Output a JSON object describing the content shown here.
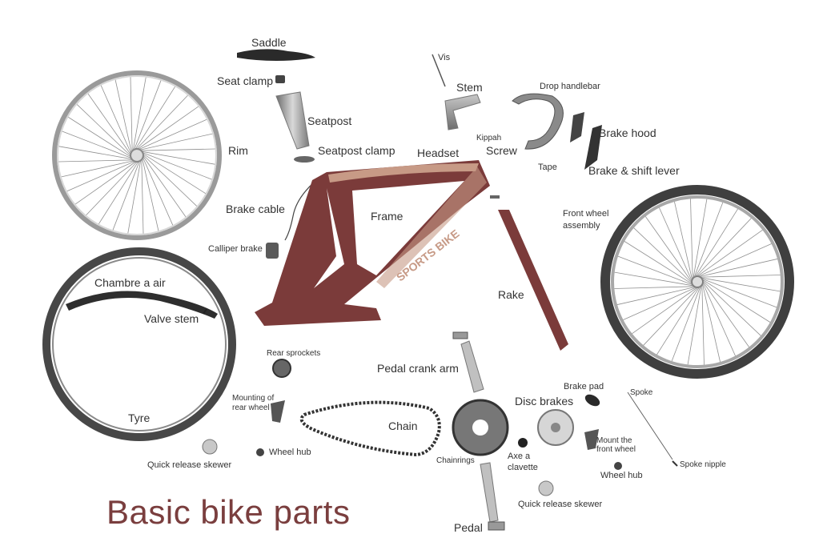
{
  "title": "Basic bike parts",
  "frame_brand": "SPORTS BIKE",
  "colors": {
    "frame": "#7b3b3a",
    "frame_accent": "#c79a86",
    "title": "#7a3e3e",
    "tyre": "#4a4a4a",
    "rim": "#b8b8b8"
  },
  "labels": {
    "saddle": "Saddle",
    "seat_clamp": "Seat clamp",
    "seatpost": "Seatpost",
    "seatpost_clamp": "Seatpost clamp",
    "rim": "Rim",
    "brake_cable": "Brake cable",
    "calliper_brake": "Calliper brake",
    "frame": "Frame",
    "headset": "Headset",
    "vis": "Vis",
    "stem": "Stem",
    "drop_handlebar": "Drop handlebar",
    "kippah": "Kippah",
    "screw": "Screw",
    "brake_hood": "Brake hood",
    "tape": "Tape",
    "brake_shift_lever": "Brake & shift lever",
    "front_wheel_assembly_1": "Front wheel",
    "front_wheel_assembly_2": "assembly",
    "rake": "Rake",
    "chambre_a_air": "Chambre a air",
    "valve_stem": "Valve stem",
    "tyre": "Tyre",
    "rear_sprockets": "Rear sprockets",
    "mounting_rear_1": "Mounting of",
    "mounting_rear_2": "rear wheel",
    "pedal_crank_arm": "Pedal crank arm",
    "chain": "Chain",
    "chainrings": "Chainrings",
    "axe_1": "Axe a",
    "axe_2": "clavette",
    "disc_brakes": "Disc brakes",
    "brake_pad": "Brake pad",
    "spoke": "Spoke",
    "mount_front_1": "Mount the",
    "mount_front_2": "front wheel",
    "spoke_nipple": "Spoke nipple",
    "wheel_hub_left": "Wheel hub",
    "wheel_hub_right": "Wheel hub",
    "quick_release_left": "Quick release skewer",
    "quick_release_right": "Quick release skewer",
    "pedal": "Pedal"
  }
}
